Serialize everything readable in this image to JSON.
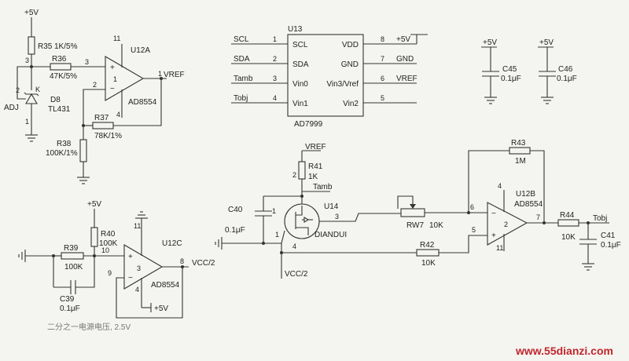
{
  "labels": {
    "plus5v": "+5V",
    "vref": "VREF",
    "vcc2": "VCC/2",
    "gnd": "GND",
    "tamb": "Tamb",
    "tobj": "Tobj",
    "scl": "SCL",
    "sda": "SDA",
    "adj": "ADJ",
    "k": "K",
    "minus": "−",
    "plus": "+"
  },
  "u12a": {
    "ref": "U12A",
    "part": "AD8554",
    "pin1": "1",
    "pin2": "2",
    "pin3": "3",
    "pin4": "4",
    "pin11": "11"
  },
  "u12b": {
    "ref": "U12B",
    "part": "AD8554",
    "pin4": "4",
    "pin5": "5",
    "pin6": "6",
    "pin7": "7",
    "pin11": "11",
    "pin2": "2"
  },
  "u12c": {
    "ref": "U12C",
    "part": "AD8554",
    "pin3": "3",
    "pin4": "4",
    "pin8": "8",
    "pin9": "9",
    "pin10": "10",
    "pin11": "11"
  },
  "r35": {
    "ref": "R35",
    "value": "1K/5%"
  },
  "r36": {
    "ref": "R36",
    "value": "47K/5%"
  },
  "r37": {
    "ref": "R37",
    "value": "78K/1%"
  },
  "r38": {
    "ref": "R38",
    "value": "100K/1%"
  },
  "r39": {
    "ref": "R39",
    "value": "100K"
  },
  "r40": {
    "ref": "R40",
    "value": "100K"
  },
  "r41": {
    "ref": "R41",
    "value": "1K"
  },
  "r42": {
    "ref": "R42",
    "value": "10K"
  },
  "r43": {
    "ref": "R43",
    "value": "1M"
  },
  "r44": {
    "ref": "R44",
    "value": "10K"
  },
  "rw7": {
    "ref": "RW7",
    "value": "10K"
  },
  "d8": {
    "ref": "D8",
    "part": "TL431",
    "pin1": "1",
    "pin2": "2",
    "pin3": "3"
  },
  "c39": {
    "ref": "C39",
    "value": "0.1μF"
  },
  "c40": {
    "ref": "C40",
    "value": "0.1μF",
    "pin1": "1"
  },
  "c41": {
    "ref": "C41",
    "value": "0.1μF"
  },
  "c45": {
    "ref": "C45",
    "value": "0.1μF"
  },
  "c46": {
    "ref": "C46",
    "value": "0.1μF"
  },
  "u14": {
    "ref": "U14",
    "part": "DIANDUI",
    "pin1": "1",
    "pin2": "2",
    "pin3": "3",
    "pin4": "4"
  },
  "u13": {
    "ref": "U13",
    "part": "AD7999",
    "left_pins": [
      {
        "num": "1",
        "name": "SCL",
        "net": "SCL"
      },
      {
        "num": "2",
        "name": "SDA",
        "net": "SDA"
      },
      {
        "num": "3",
        "name": "Vin0",
        "net": "Tamb"
      },
      {
        "num": "4",
        "name": "Vin1",
        "net": "Tobj"
      }
    ],
    "right_pins": [
      {
        "num": "8",
        "name": "VDD",
        "net": "+5V"
      },
      {
        "num": "7",
        "name": "GND",
        "net": "GND"
      },
      {
        "num": "6",
        "name": "Vin3/Vref",
        "net": "VREF"
      },
      {
        "num": "5",
        "name": "Vin2",
        "net": ""
      }
    ]
  },
  "caption": "二分之一电源电压, 2.5V",
  "watermark": "www.55dianzi.com",
  "colors": {
    "ink": "#333333",
    "paper": "#f4f4f0",
    "watermark": "#c0262d"
  }
}
